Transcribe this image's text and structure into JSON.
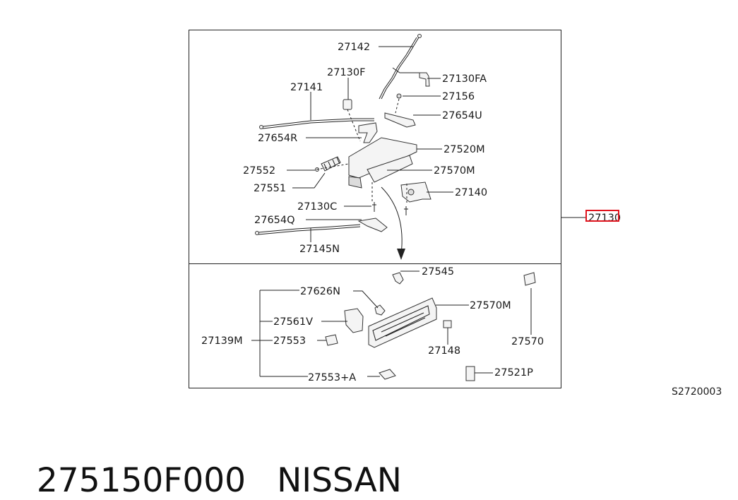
{
  "diagram": {
    "upper_labels": [
      "27142",
      "27130F",
      "27130FA",
      "27141",
      "27156",
      "27654U",
      "27654R",
      "27520M",
      "27552",
      "27570M",
      "27551",
      "27140",
      "27130C",
      "27654Q",
      "27145N"
    ],
    "assembly_label": "27130",
    "lower_labels": [
      "27545",
      "27626N",
      "27570M",
      "27561V",
      "27570",
      "27139M",
      "27553",
      "27148",
      "27553+A",
      "27521P"
    ],
    "drawing_code": "S2720003"
  },
  "footer": {
    "part_number": "275150F000",
    "brand": "NISSAN"
  },
  "colors": {
    "highlight": "#e0141e",
    "line": "#222222"
  }
}
